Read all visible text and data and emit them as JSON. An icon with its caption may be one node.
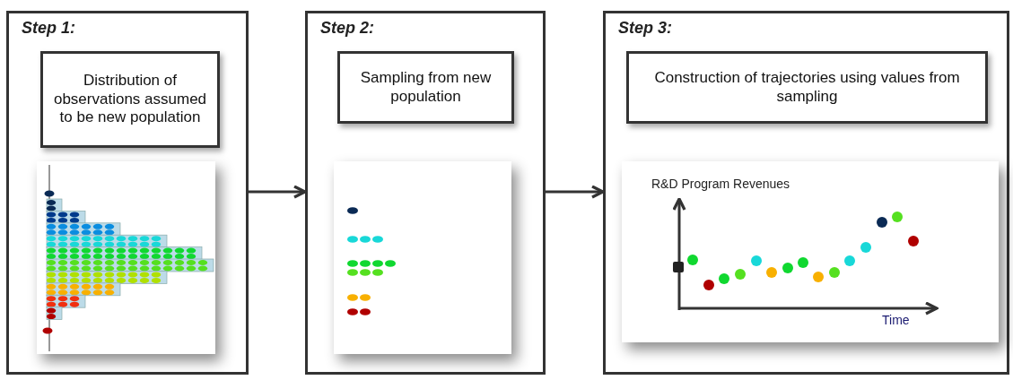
{
  "diagram": {
    "nodes": [
      {
        "text": [
          "Step 1:"
        ]
      },
      {
        "text": [
          "Distribution of observations assumed to be new population"
        ],
        "in": 0
      },
      {
        "text": [
          "Step 2:"
        ]
      },
      {
        "text": [
          "Sampling from new population"
        ],
        "in": 2
      },
      {
        "text": [
          "Step 3:"
        ]
      },
      {
        "text": [
          "Construction of trajectories using values from sampling"
        ],
        "in": 4
      }
    ],
    "edges": [
      {
        "from": 0,
        "to": 2,
        "arrow": "to"
      },
      {
        "from": 2,
        "to": 4,
        "arrow": "to"
      }
    ],
    "labels": [
      "R&D Program Revenues",
      "Time"
    ]
  }
}
